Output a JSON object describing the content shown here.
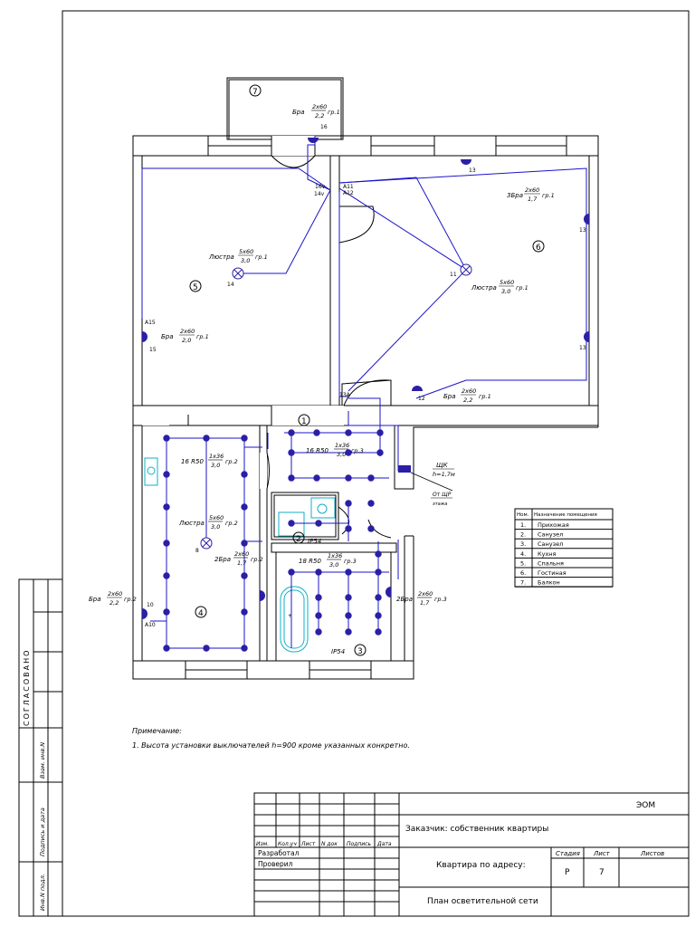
{
  "drawing": {
    "room_numbers": [
      "1",
      "2",
      "3",
      "4",
      "5",
      "6",
      "7"
    ],
    "labels": {
      "bra_r7": "Бра",
      "bra_r7_frac_top": "2х60",
      "bra_r7_frac_bot": "2,2",
      "bra_r7_gr": "гр.1",
      "bra_r7_num": "16",
      "sw_16v": "16v",
      "sw_14v": "14v",
      "sw_a11": "А11",
      "sw_a12": "А12",
      "bra_r6": "3Бра",
      "bra_r6_frac_top": "2х60",
      "bra_r6_frac_bot": "1,7",
      "bra_r6_gr": "гр.1",
      "n13a": "13",
      "n13b": "13",
      "n13c": "13",
      "lustra5": "Люстра",
      "lustra5_frac_top": "5х60",
      "lustra5_frac_bot": "3,0",
      "lustra5_gr": "гр.1",
      "n14": "14",
      "lustra6": "Люстра",
      "lustra6_frac_top": "5х60",
      "lustra6_frac_bot": "3,0",
      "lustra6_gr": "гр.1",
      "n11": "11",
      "bra5": "Бра",
      "bra5_frac_top": "2х60",
      "bra5_frac_bot": "2,0",
      "bra5_gr": "гр.1",
      "n15": "15",
      "n_a15": "А15",
      "bra12": "Бра",
      "bra12_frac_top": "2х60",
      "bra12_frac_bot": "2,2",
      "bra12_gr": "гр.1",
      "n12": "12",
      "sw_13_12": "13А",
      "kitchen_r50": "16 R50",
      "kitchen_frac_top": "1х36",
      "kitchen_frac_bot": "3,0",
      "kitchen_gr": "гр.2",
      "hall_r50": "16 R50",
      "hall_frac_top": "1х36",
      "hall_frac_bot": "3,0",
      "hall_gr": "гр.3",
      "lustra4": "Люстра",
      "lustra4_frac_top": "5х60",
      "lustra4_frac_bot": "3,0",
      "lustra4_gr": "гр.2",
      "n8": "8",
      "bra4": "2Бра",
      "bra4_frac_top": "2х60",
      "bra4_frac_bot": "1,7",
      "bra4_gr": "гр.2",
      "shk": "ЩК",
      "shk_h": "h=1,7м",
      "from_shr": "От ЩР",
      "from_shr2": "этажа",
      "ip54_2": "IP54",
      "bath_r50": "18 R50",
      "bath_frac_top": "1х36",
      "bath_frac_bot": "3,0",
      "bath_gr": "гр.3",
      "bra_left": "Бра",
      "bra_left_frac_top": "2х60",
      "bra_left_frac_bot": "2,2",
      "bra_left_gr": "гр.2",
      "n10": "10",
      "n_a10": "А10",
      "bra3": "2Бра",
      "bra3_frac_top": "2х60",
      "bra3_frac_bot": "1,7",
      "bra3_gr": "гр.3",
      "ip54_3": "IP54",
      "n9": "9",
      "n2": "2",
      "n1": "1",
      "n3": "3",
      "n4": "4",
      "n5": "5",
      "n6": "6",
      "n7": "7"
    }
  },
  "legend": {
    "header_num": "Ном.",
    "header_name": "Назначение помещения",
    "rows": [
      {
        "n": "1.",
        "name": "Прихожая"
      },
      {
        "n": "2.",
        "name": "Санузел"
      },
      {
        "n": "3.",
        "name": "Санузел"
      },
      {
        "n": "4.",
        "name": "Кухня"
      },
      {
        "n": "5.",
        "name": "Спальня"
      },
      {
        "n": "6.",
        "name": "Гостиная"
      },
      {
        "n": "7.",
        "name": "Балкон"
      }
    ]
  },
  "note": {
    "title": "Примечание:",
    "line1": "1. Высота установки выключателей h=900 кроме указанных конкретно."
  },
  "side_stamp": {
    "agreed": "СОГЛАСОВАНО",
    "row1": "Взам. инв.N",
    "row2": "Подпись и дата",
    "row3": "Инв.N подл."
  },
  "title_block": {
    "code": "ЭОМ",
    "customer": "Заказчик: собственник квартиры",
    "address": "Квартира по адресу:",
    "plan_name": "План осветительной сети",
    "cols": [
      "Изм.",
      "Кол.уч",
      "Лист",
      "N док",
      "Подпись",
      "Дата"
    ],
    "developed": "Разработал",
    "checked": "Проверил",
    "stage_label": "Стадия",
    "sheet_label": "Лист",
    "sheets_label": "Листов",
    "stage": "Р",
    "sheet": "7",
    "sheets": ""
  }
}
